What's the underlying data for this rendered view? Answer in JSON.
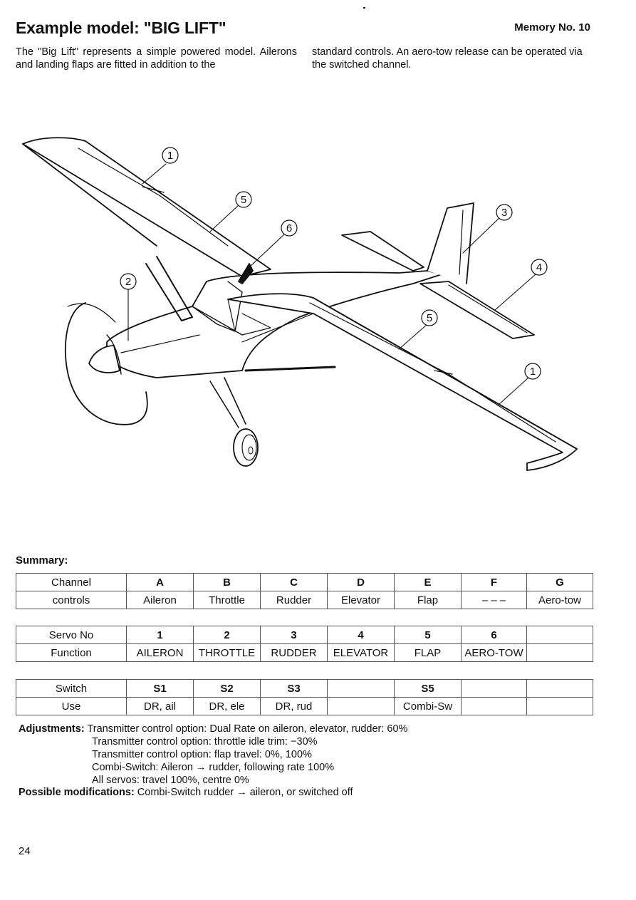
{
  "title": "Example model: \"BIG LIFT\"",
  "memory": "Memory No. 10",
  "intro_left": "The \"Big Lift\" represents a simple powered model. Ailerons and landing flaps are fitted in addition to the",
  "intro_right": "standard controls. An aero-tow release can be operated via the switched channel.",
  "callouts": [
    "1",
    "2",
    "3",
    "4",
    "5",
    "6",
    "5",
    "1"
  ],
  "summary_label": "Summary:",
  "channel_table": {
    "header": [
      "Channel",
      "A",
      "B",
      "C",
      "D",
      "E",
      "F",
      "G"
    ],
    "row": [
      "controls",
      "Aileron",
      "Throttle",
      "Rudder",
      "Elevator",
      "Flap",
      "– – –",
      "Aero-tow"
    ]
  },
  "servo_table": {
    "header": [
      "Servo No",
      "1",
      "2",
      "3",
      "4",
      "5",
      "6",
      ""
    ],
    "row": [
      "Function",
      "AILERON",
      "THROTTLE",
      "RUDDER",
      "ELEVATOR",
      "FLAP",
      "AERO-TOW",
      ""
    ]
  },
  "switch_table": {
    "header": [
      "Switch",
      "S1",
      "S2",
      "S3",
      "",
      "S5",
      "",
      ""
    ],
    "row": [
      "Use",
      "DR, ail",
      "DR, ele",
      "DR, rud",
      "",
      "Combi-Sw",
      "",
      ""
    ]
  },
  "adjustments": {
    "label": "Adjustments:",
    "lines": [
      "Transmitter control option: Dual Rate on aileron, elevator, rudder: 60%",
      "Transmitter control option: throttle idle trim: −30%",
      "Transmitter control option: flap travel: 0%, 100%",
      "Combi-Switch: Aileron → rudder, following rate 100%",
      "All servos: travel 100%, centre 0%"
    ]
  },
  "modifications": {
    "label": "Possible modifications:",
    "text": "Combi-Switch rudder → aileron, or switched off"
  },
  "page_number": "24"
}
